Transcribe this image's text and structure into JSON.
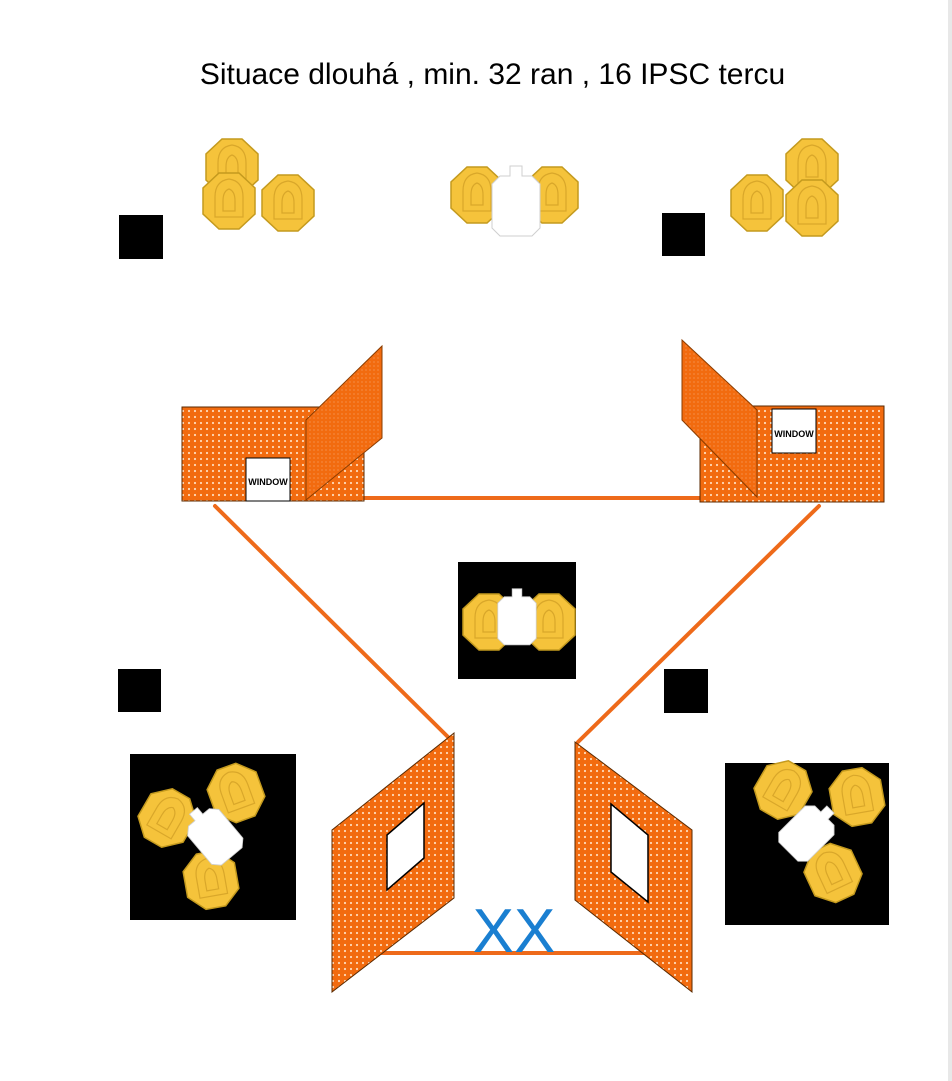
{
  "title": "Situace dlouhá , min. 32 ran , 16 IPSC tercu",
  "labels": {
    "window_left": "WINDOW",
    "window_right": "WINDOW",
    "start_position": "XX"
  },
  "colors": {
    "barrier_orange": "#f26b0f",
    "fault_line": "#ee6a1a",
    "target_fill": "#f5c33b",
    "target_stroke": "#c49a1e",
    "no_shoot": "#ffffff",
    "marker_black": "#000000",
    "start_blue": "#1a7fd1"
  },
  "icons": {
    "steel_target": "ipsc-octagon-target-icon",
    "no_shoot": "no-shoot-target-icon",
    "popper": "black-square-marker-icon"
  }
}
